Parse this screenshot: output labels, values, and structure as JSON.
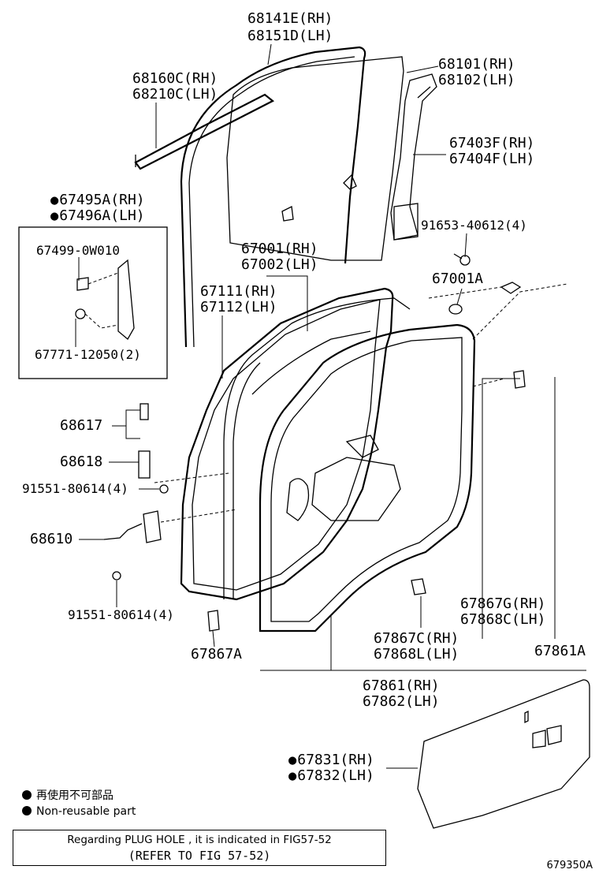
{
  "labels": {
    "p68141E": "68141E(RH)",
    "p68151D": "68151D(LH)",
    "p68160C": "68160C(RH)",
    "p68210C": "68210C(LH)",
    "p68101": "68101(RH)",
    "p68102": "68102(LH)",
    "p67403F": "67403F(RH)",
    "p67404F": "67404F(LH)",
    "p67495A": "67495A(RH)",
    "p67496A": "67496A(LH)",
    "p91653": "91653-40612(4)",
    "p674990": "67499-0W010",
    "p67001": "67001(RH)",
    "p67002": "67002(LH)",
    "p67001A": "67001A",
    "p67111": "67111(RH)",
    "p67112": "67112(LH)",
    "p67771": "67771-12050(2)",
    "p68617": "68617",
    "p68618": "68618",
    "p91551a": "91551-80614(4)",
    "p68610": "68610",
    "p91551b": "91551-80614(4)",
    "p67867G": "67867G(RH)",
    "p67868C": "67868C(LH)",
    "p67867C": "67867C(RH)",
    "p67868L": "67868L(LH)",
    "p67867A": "67867A",
    "p67861A": "67861A",
    "p67861": "67861(RH)",
    "p67862": "67862(LH)",
    "p67831": "67831(RH)",
    "p67832": "67832(LH)"
  },
  "legend": {
    "line1": "再使用不可部品",
    "line2": "Non-reusable part"
  },
  "note": {
    "line1": "Regarding PLUG HOLE , it is indicated in FIG57-52",
    "line2": "(REFER TO FIG 57-52)"
  },
  "figure_id": "679350A"
}
